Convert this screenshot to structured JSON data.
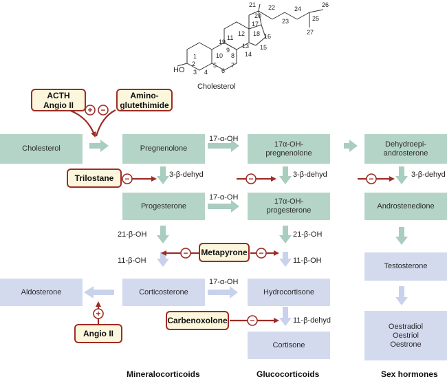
{
  "cholesterol_structure": {
    "caption": "Cholesterol",
    "hydroxyl": "HO",
    "numbers": [
      "1",
      "2",
      "3",
      "4",
      "5",
      "6",
      "7",
      "8",
      "9",
      "10",
      "11",
      "12",
      "13",
      "14",
      "15",
      "16",
      "17",
      "18",
      "19",
      "20",
      "21",
      "22",
      "23",
      "24",
      "25",
      "26",
      "27"
    ]
  },
  "boxes": {
    "cholesterol": "Cholesterol",
    "pregnenolone": "Pregnenolone",
    "hydroxypregnenolone": [
      "17α-OH-",
      "pregnenolone"
    ],
    "dhea": [
      "Dehydroepi-",
      "androsterone"
    ],
    "progesterone": "Progesterone",
    "hydroxyprogesterone": [
      "17α-OH-",
      "progesterone"
    ],
    "androstenedione": "Androstenedione",
    "testosterone": "Testosterone",
    "aldosterone": "Aldosterone",
    "corticosterone": "Corticosterone",
    "hydrocortisone": "Hydrocortisone",
    "cortisone": "Cortisone",
    "oestrogens": [
      "Oestradiol",
      "Oestriol",
      "Oestrone"
    ]
  },
  "labels": {
    "oh17_a": "17-α-OH",
    "oh17_b": "17-α-OH",
    "oh17_c": "17-α-OH",
    "dehyd_a": "3-β-dehyd",
    "dehyd_b": "3-β-dehyd",
    "dehyd_c": "3-β-dehyd",
    "oh21_a": "21-β-OH",
    "oh21_b": "21-β-OH",
    "oh11_a": "11-β-OH",
    "oh11_b": "11-β-OH",
    "dehyd11": "11-β-dehyd"
  },
  "modulators": {
    "acth": [
      "ACTH",
      "Angio II"
    ],
    "aminoglutethimide": [
      "Amino-",
      "glutethimide"
    ],
    "trilostane": "Trilostane",
    "metapyrone": "Metapyrone",
    "carbenoxolone": "Carbenoxolone",
    "angio2": "Angio II"
  },
  "categories": {
    "mineralocorticoids": "Mineralocorticoids",
    "glucocorticoids": "Glucocorticoids",
    "sex_hormones": "Sex hormones"
  },
  "colors": {
    "green_box": "#b5d4c8",
    "blue_box": "#d3daee",
    "inhibitor_red": "#9e2b25",
    "inhibitor_fill": "#fbf6dc",
    "green_arrow": "#a9cdbf",
    "blue_arrow": "#c9d2ec"
  }
}
